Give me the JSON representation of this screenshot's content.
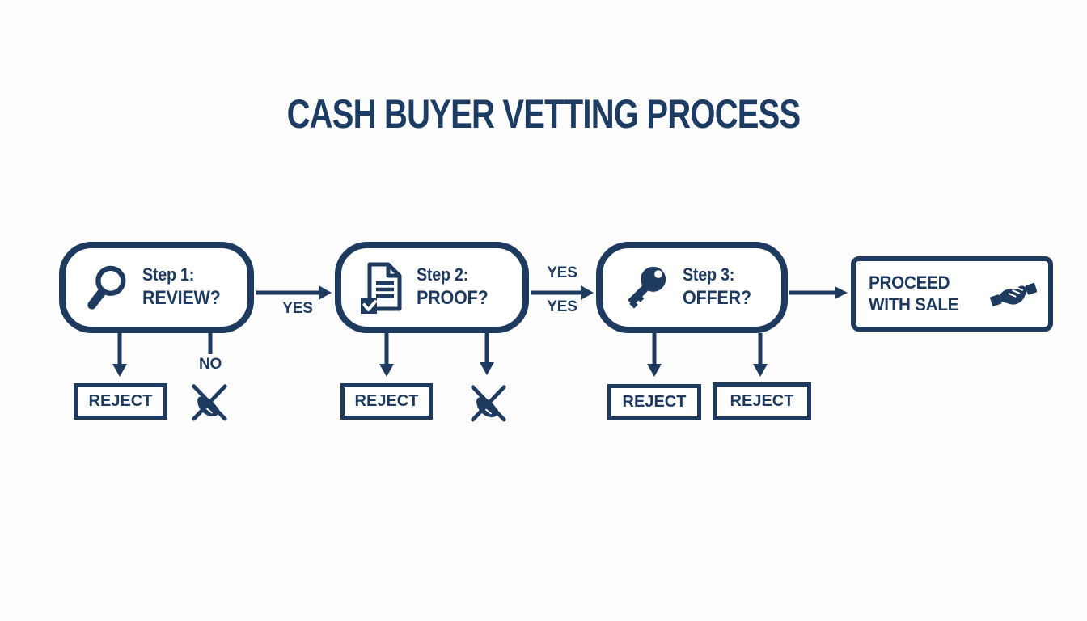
{
  "title": "CASH BUYER VETTING PROCESS",
  "colors": {
    "navy": "#1e3a5f",
    "background": "#fdfdfe",
    "box_fill": "#ffffff"
  },
  "steps": [
    {
      "label": "Step 1:",
      "question": "REVIEW?",
      "icon": "magnifier-icon"
    },
    {
      "label": "Step 2:",
      "question": "PROOF?",
      "icon": "document-check-icon"
    },
    {
      "label": "Step 3:",
      "question": "OFFER?",
      "icon": "key-icon"
    }
  ],
  "final_box": {
    "label": "PROCEED WITH SALE",
    "icon": "handshake-icon"
  },
  "connector_labels": {
    "step1_to_step2": "YES",
    "step2_to_step3_top": "YES",
    "step2_to_step3_bottom": "YES",
    "step1_no_branch": "NO"
  },
  "reject_labels": [
    "REJECT",
    "REJECT",
    "REJECT",
    "REJECT"
  ]
}
